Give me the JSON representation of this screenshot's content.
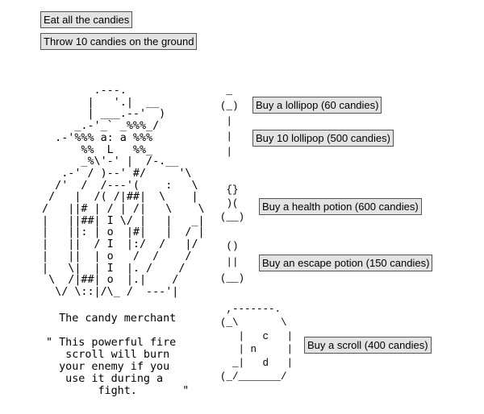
{
  "actions": {
    "eat_label": "Eat all the candies",
    "throw_label": "Throw 10 candies on the ground"
  },
  "merchant": {
    "art_lines": [
      "         .---.",
      "        |   '.|  __",
      "        | ___.--'  )",
      "      _.-'_` _%%%_/",
      "   .-'%%% a: a %%%",
      "       %%  L   %%_",
      "       _%\\'-' |  /-.__",
      "    .-' / )--' #/     '\\",
      "   /'  /  /---'(    :   \\",
      "  /   |  /( /|##|  \\    |",
      " /   ||# | / | /|   \\    \\",
      " |   ||##| I \\/ |   |   _|",
      " |   ||: | o  |#|   |  / |",
      " |   ||  / I  |:/  /   |/",
      " |   ||  | o   /  /    /",
      " |   \\|  | I  |. /    /",
      "  \\  /|##| o  |.|    /",
      "   \\/ \\::|/\\_ /  ---'|"
    ],
    "speech_lines": [
      "  The candy merchant",
      "",
      "\" This powerful fire",
      "   scroll will burn",
      "  your enemy if you",
      "   use it during a",
      "        fight.       \""
    ]
  },
  "shop": {
    "lollipop_art": [
      " _",
      "(_)",
      " |",
      " |",
      " |"
    ],
    "potion_art": [
      " {}",
      " )(",
      "(__)"
    ],
    "escape_art": [
      " ()",
      " ||",
      "(__)"
    ],
    "scroll_art": [
      " ,-------.",
      "(_\\       \\",
      "   |   c   |",
      "   | n     |",
      "  _|   d   |",
      "(_/_______/"
    ],
    "buy_lollipop_label": "Buy a lollipop (60 candies)",
    "buy_10_lollipops_label": "Buy 10 lollipop (500 candies)",
    "buy_health_potion_label": "Buy a health potion (600 candies)",
    "buy_escape_potion_label": "Buy an escape potion (150 candies)",
    "buy_scroll_label": "Buy a scroll (400 candies)"
  }
}
